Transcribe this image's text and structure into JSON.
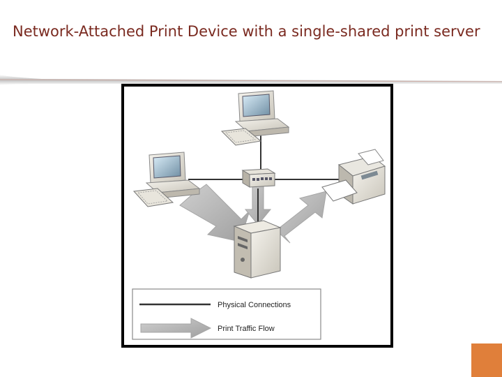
{
  "slide": {
    "title": "Network-Attached Print Device with a single-shared print server"
  },
  "diagram": {
    "nodes": [
      {
        "id": "workstation-top",
        "icon": "desktop-computer-icon"
      },
      {
        "id": "workstation-left",
        "icon": "desktop-computer-icon"
      },
      {
        "id": "network-switch",
        "icon": "switch-icon"
      },
      {
        "id": "print-server",
        "icon": "server-tower-icon"
      },
      {
        "id": "network-printer",
        "icon": "printer-icon"
      }
    ],
    "legend": {
      "physical_connections": "Physical Connections",
      "print_traffic_flow": "Print Traffic Flow"
    }
  },
  "colors": {
    "title": "#7a2a20",
    "accent": "#e07f3a",
    "arrow": "#b8b8b8",
    "line": "#333333"
  }
}
